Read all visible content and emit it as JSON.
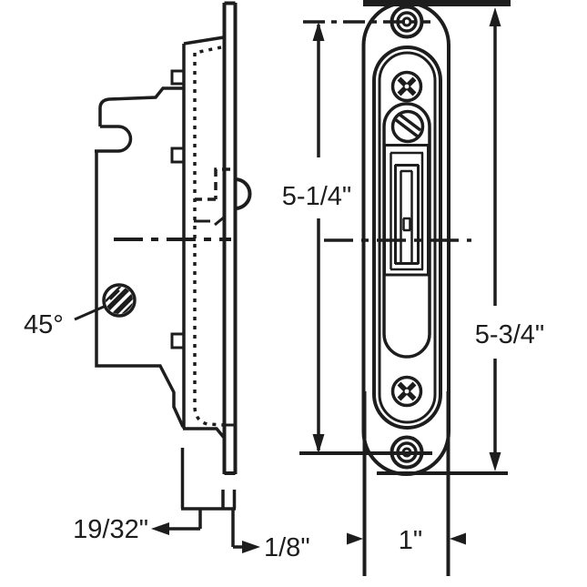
{
  "diagram": {
    "type": "technical-drawing",
    "subject": "mortise latch lock, side view and faceplate front view",
    "colors": {
      "line": "#1d1d1d",
      "background": "#ffffff"
    },
    "labels": {
      "angle": "45°",
      "height_inner": "5-1/4\"",
      "height_outer": "5-3/4\"",
      "backset": "19/32\"",
      "plate_thickness": "1/8\"",
      "plate_width": "1\""
    }
  }
}
